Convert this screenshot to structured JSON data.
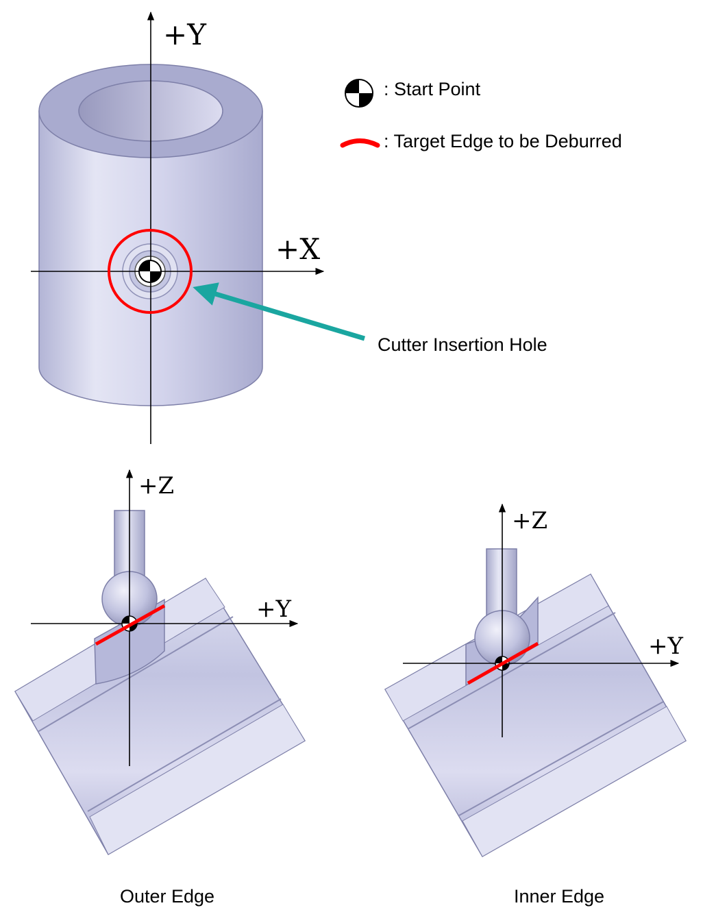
{
  "legend": {
    "start_point": ": Start Point",
    "target_edge": ": Target Edge to be Deburred"
  },
  "top_view": {
    "axis_x_label": "+X",
    "axis_y_label": "+Y",
    "callout": "Cutter Insertion Hole"
  },
  "outer_view": {
    "axis_z_label": "+Z",
    "axis_y_label": "+Y",
    "caption": "Outer Edge"
  },
  "inner_view": {
    "axis_z_label": "+Z",
    "axis_y_label": "+Y",
    "caption": "Inner Edge"
  },
  "colors": {
    "target_edge": "#ff0000",
    "callout_arrow": "#1aa6a0",
    "part_fill": "#c9cbe6",
    "part_shade": "#9597bd"
  }
}
